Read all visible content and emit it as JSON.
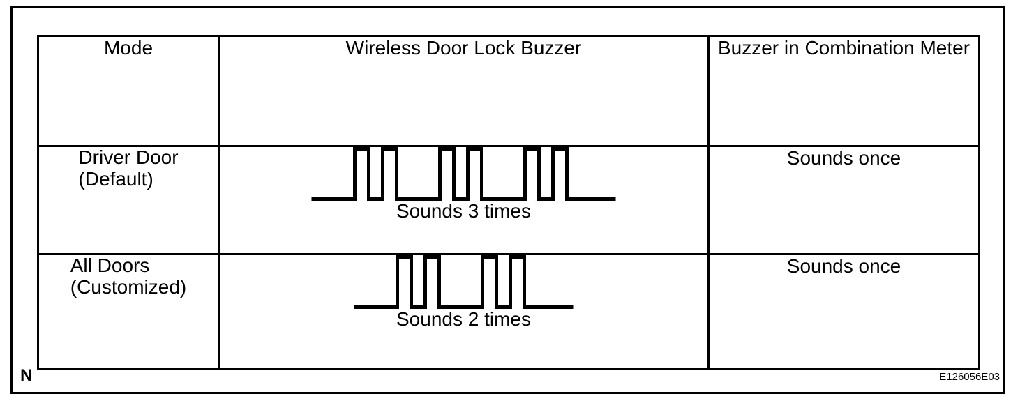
{
  "figure": {
    "bottom_left_letter": "N",
    "figure_code": "E126056E03"
  },
  "colors": {
    "line": "#000000",
    "background": "#ffffff"
  },
  "table": {
    "columns": [
      "Mode",
      "Wireless Door Lock Buzzer",
      "Buzzer in Combination Meter"
    ],
    "rows": [
      {
        "mode": [
          "Driver Door",
          "(Default)"
        ],
        "wireless_buzzer": {
          "type": "pulse-train",
          "groups": 3,
          "pulses_per_group": 2,
          "label": "Sounds 3 times"
        },
        "combination_meter": "Sounds once"
      },
      {
        "mode": [
          "All Doors",
          "(Customized)"
        ],
        "wireless_buzzer": {
          "type": "pulse-train",
          "groups": 2,
          "pulses_per_group": 2,
          "label": "Sounds 2 times"
        },
        "combination_meter": "Sounds once"
      }
    ]
  }
}
